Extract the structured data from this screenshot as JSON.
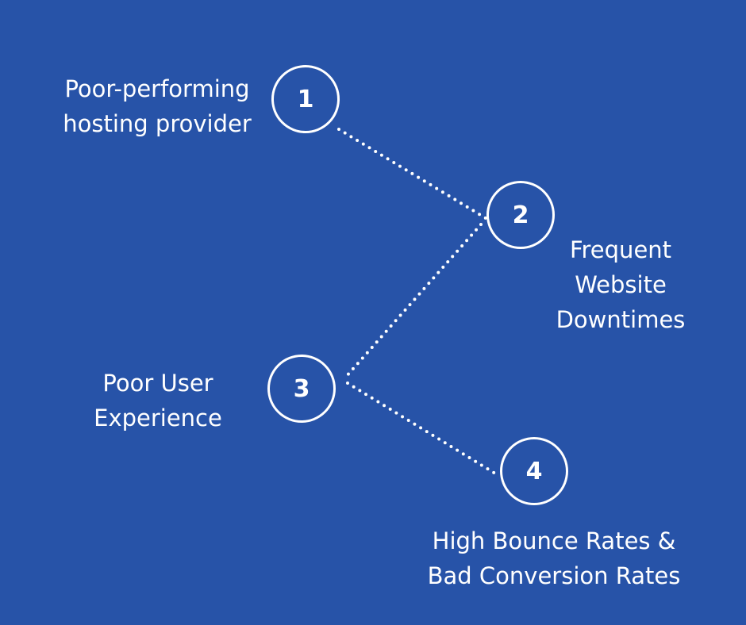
{
  "colors": {
    "background": "#2753a8",
    "foreground": "#ffffff"
  },
  "steps": [
    {
      "number": "1",
      "lines": [
        "Poor-performing",
        "hosting provider"
      ]
    },
    {
      "number": "2",
      "lines": [
        "Frequent",
        "Website",
        "Downtimes"
      ]
    },
    {
      "number": "3",
      "lines": [
        "Poor User",
        "Experience"
      ]
    },
    {
      "number": "4",
      "lines": [
        "High Bounce Rates &",
        "Bad Conversion Rates"
      ]
    }
  ]
}
